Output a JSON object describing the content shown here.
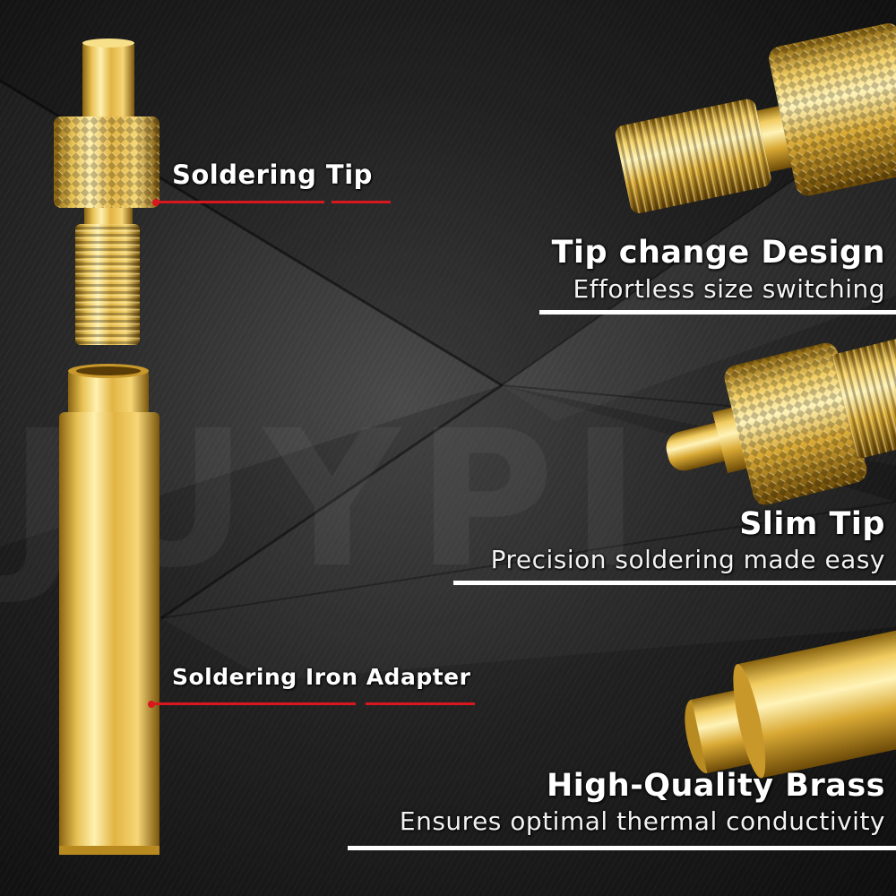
{
  "watermark": "JUYPI",
  "callouts": {
    "soldering_tip": "Soldering Tip",
    "iron_adapter": "Soldering Iron Adapter"
  },
  "features": [
    {
      "title": "Tip change Design",
      "subtitle": "Effortless size switching"
    },
    {
      "title": "Slim Tip",
      "subtitle": "Precision soldering made easy"
    },
    {
      "title": "High-Quality Brass",
      "subtitle": "Ensures optimal thermal conductivity"
    }
  ],
  "colors": {
    "accent_red": "#d9171e",
    "brass_light": "#f7dc7a",
    "brass_dark": "#a07818",
    "background": "#2a2a2a"
  }
}
